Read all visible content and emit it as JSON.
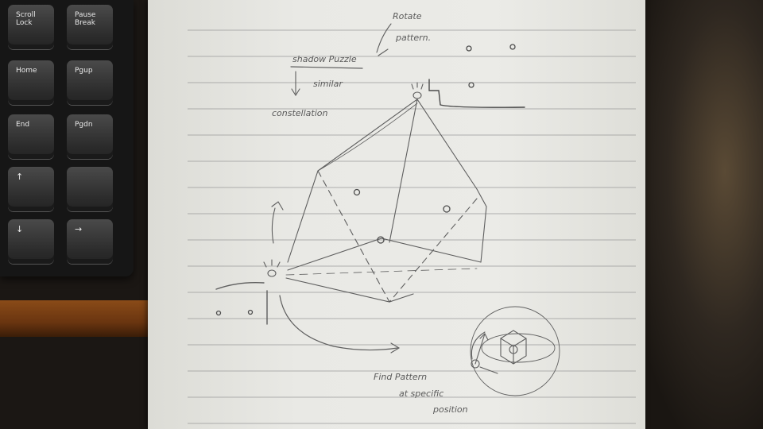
{
  "keyboard": {
    "keys": [
      {
        "label": "Scroll Lock"
      },
      {
        "label": "Pause Break"
      },
      {
        "label": "Home"
      },
      {
        "label": "Pgup"
      },
      {
        "label": "End"
      },
      {
        "label": "Pgdn"
      },
      {
        "label": "↑"
      },
      {
        "label": ""
      },
      {
        "label": "↓"
      },
      {
        "label": "→"
      }
    ]
  },
  "notes": {
    "shadow_puzzle": "shadow Puzzle",
    "rotate": "Rotate",
    "pattern": "pattern.",
    "similar": "similar",
    "constellation": "constellation",
    "find_pattern": "Find Pattern",
    "at_specific": "at specific",
    "position": "position"
  }
}
